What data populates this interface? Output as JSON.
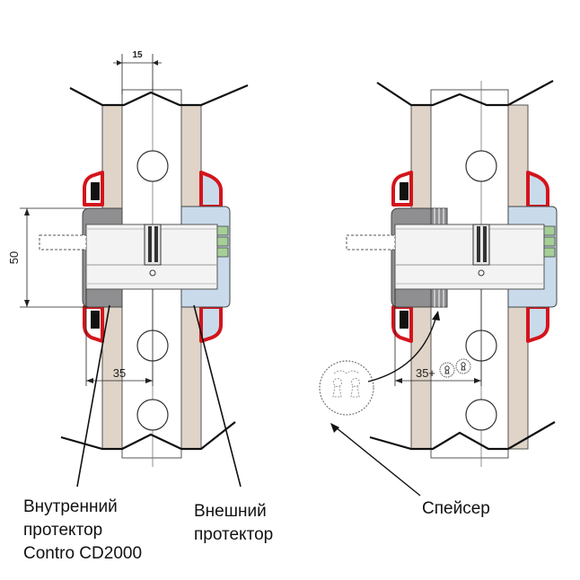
{
  "labels": {
    "inner_protector": [
      "Внутренний",
      "протектор",
      "Contro CD2000"
    ],
    "outer_protector": [
      "Внешний",
      "протектор"
    ],
    "spacer": "Спейсер"
  },
  "dimensions": {
    "top_gap": "15",
    "height": "50",
    "left_offset": "35",
    "right_offset": "35+"
  },
  "colors": {
    "door_panel": "#e0d4c8",
    "metal_strip": "#ffffff",
    "protector_gray": "#8f8f91",
    "protector_blue": "#c9dbeb",
    "cylinder": "#f3f3f3",
    "red_outline": "#d4141c",
    "green_cam": "#a6cf98",
    "line": "#1a1a1a"
  }
}
